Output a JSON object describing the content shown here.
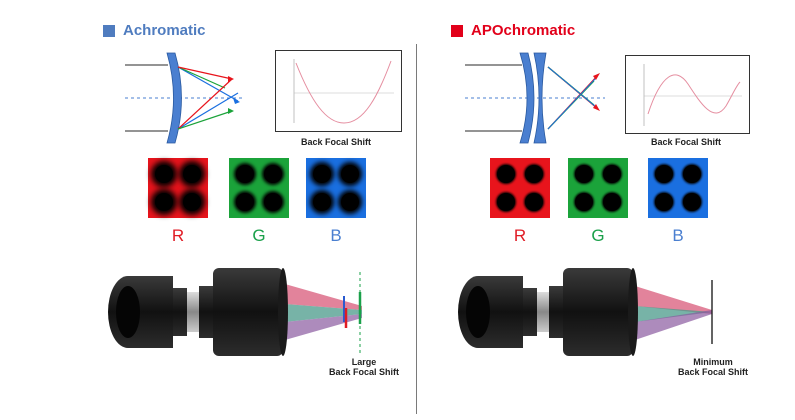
{
  "left": {
    "title": "Achromatic",
    "title_color": "#4f7cbf",
    "graph_label": "Back Focal Shift",
    "channels": [
      "R",
      "G",
      "B"
    ],
    "caption_line1": "Large",
    "caption_line2": "Back Focal Shift"
  },
  "right": {
    "title": "APOchromatic",
    "title_color": "#e2001a",
    "graph_label": "Back Focal Shift",
    "channels": [
      "R",
      "G",
      "B"
    ],
    "caption_line1": "Minimum",
    "caption_line2": "Back Focal Shift"
  },
  "colors": {
    "red": "#e8141c",
    "green": "#1ba33a",
    "blue": "#1a6fe0",
    "label_red": "#e01b24",
    "label_green": "#1aa04a",
    "label_blue": "#4a7fd0"
  }
}
